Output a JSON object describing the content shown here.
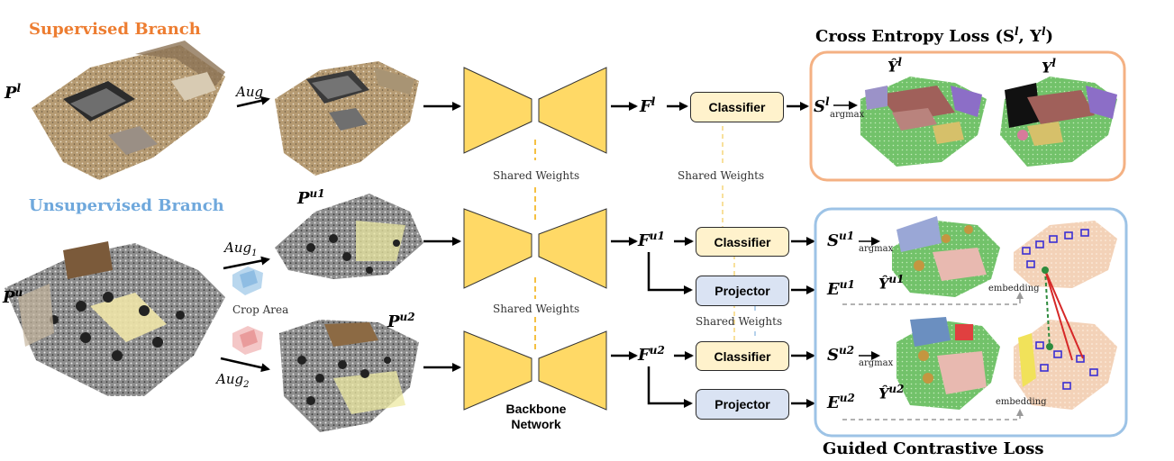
{
  "supervised": {
    "title": "Supervised Branch",
    "input": "P",
    "input_sup": "l",
    "aug": "Aug",
    "feature": "F",
    "feature_sup": "l",
    "classifier": "Classifier",
    "score": "S",
    "score_sup": "l",
    "argmax": "argmax",
    "pred": "Ŷ",
    "pred_sup": "l",
    "gt": "Y",
    "gt_sup": "l"
  },
  "unsupervised": {
    "title": "Unsupervised Branch",
    "input": "P",
    "input_sup": "u",
    "aug1": "Aug",
    "aug1_sub": "1",
    "aug2": "Aug",
    "aug2_sub": "2",
    "crop_area": "Crop Area",
    "view1": "P",
    "view1_sup": "u1",
    "view2": "P",
    "view2_sup": "u2",
    "feature1": "F",
    "feature1_sup": "u1",
    "feature2": "F",
    "feature2_sup": "u2",
    "classifier1": "Classifier",
    "classifier2": "Classifier",
    "projector1": "Projector",
    "projector2": "Projector",
    "score1": "S",
    "score1_sup": "u1",
    "score2": "S",
    "score2_sup": "u2",
    "emb1": "E",
    "emb1_sup": "u1",
    "emb2": "E",
    "emb2_sup": "u2",
    "pred1": "Ŷ",
    "pred1_sup": "u1",
    "pred2": "Ŷ",
    "pred2_sup": "u2",
    "argmax": "argmax",
    "embedding": "embedding"
  },
  "shared_weights": "Shared Weights",
  "backbone": {
    "line1": "Backbone",
    "line2": "Network"
  },
  "losses": {
    "ce_title": "Cross Entropy Loss (S",
    "ce_sup1": "l",
    "ce_mid": ", Y",
    "ce_sup2": "l",
    "ce_end": ")",
    "gc_title": "Guided Contrastive Loss"
  },
  "colors": {
    "supervised_title": "#ed7d31",
    "unsupervised_title": "#6fa8dc",
    "ce_border": "#f4b183",
    "gc_border": "#9dc3e6",
    "backbone_fill": "#ffd966",
    "shared_dash": "#f5c042",
    "classifier_fill": "#fff2cc",
    "projector_fill": "#dae3f3"
  }
}
